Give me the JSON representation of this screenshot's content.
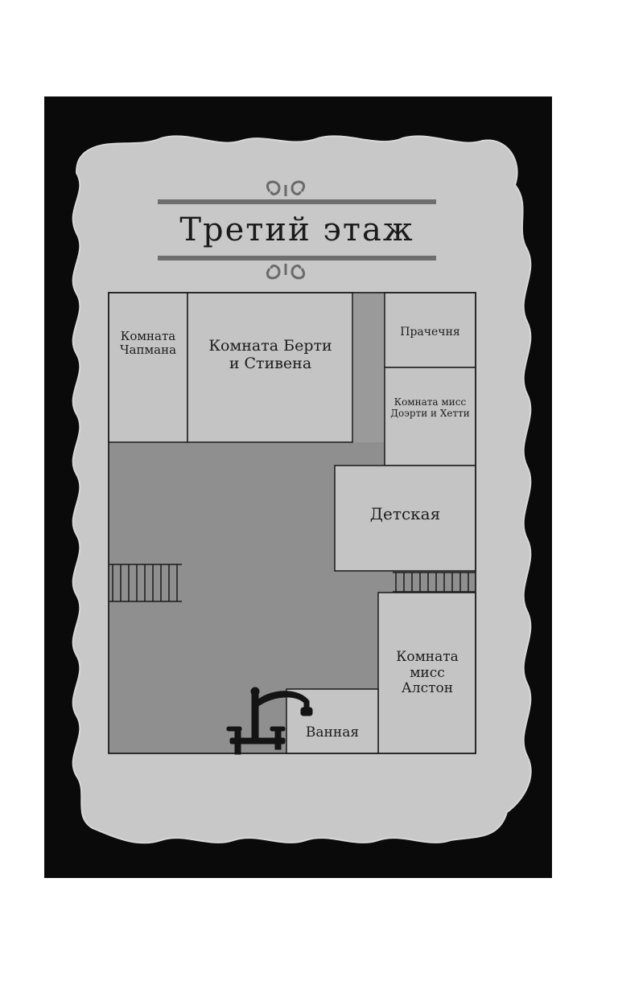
{
  "map": {
    "title": "Третий этаж",
    "rooms": {
      "chapman": "Комната Чапмана",
      "berti_stiven": "Комната Берти и Стивена",
      "laundry": "Прачечня",
      "miss_dorty_hetty": "Комната мисс Доэрти и Хетти",
      "nursery": "Детская",
      "miss_alston": "Комната мисс Алстон",
      "bathroom": "Ванная"
    },
    "icons": {
      "ornament_top": "flourish-ornament-icon",
      "ornament_bottom": "flourish-ornament-icon",
      "faucet": "faucet-icon",
      "stairs_left": "stairs-icon",
      "stairs_right": "stairs-icon"
    },
    "colors": {
      "background": "#0a0a0a",
      "paper": "#c8c8c8",
      "hall": "#8f8f8f",
      "room": "#c4c4c4",
      "ink": "#1c1c1c"
    }
  }
}
